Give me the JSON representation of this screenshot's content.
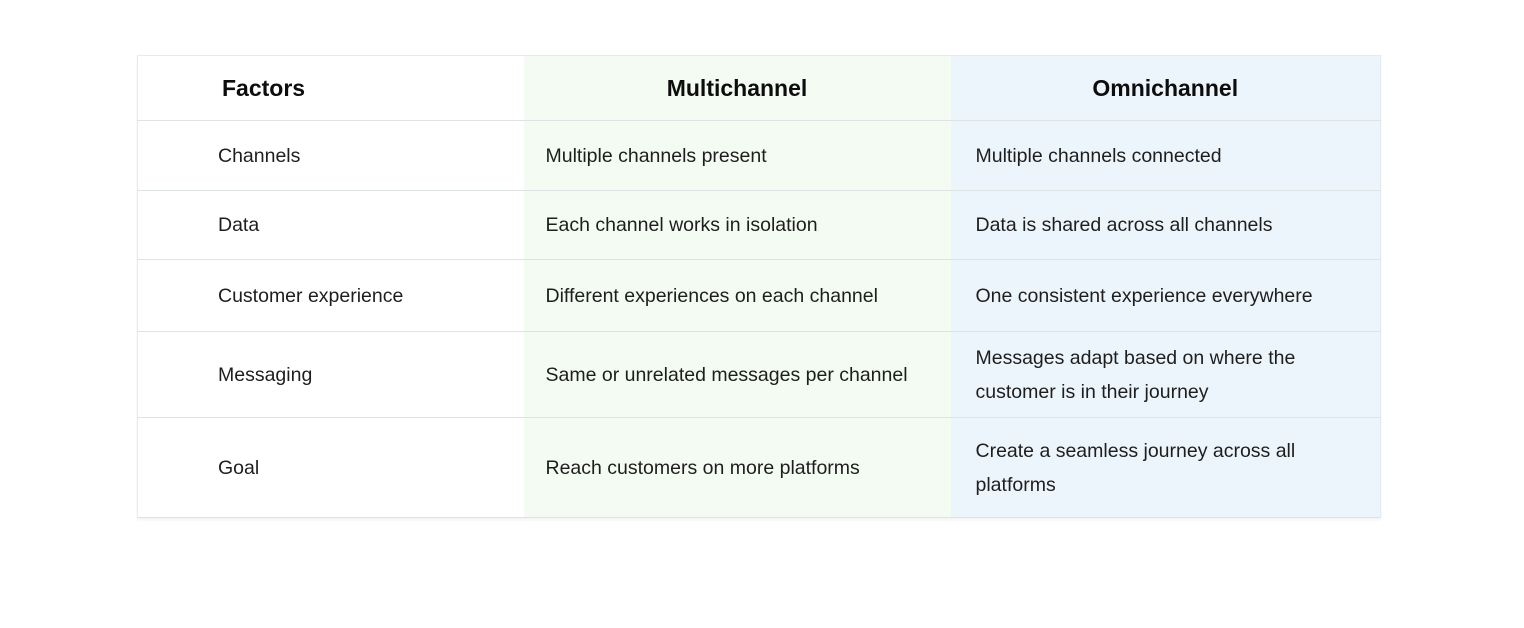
{
  "chart_data": {
    "type": "table",
    "columns": [
      "Factors",
      "Multichannel",
      "Omnichannel"
    ],
    "rows": [
      [
        "Channels",
        "Multiple channels present",
        "Multiple channels connected"
      ],
      [
        "Data",
        "Each channel works in isolation",
        "Data is shared across all channels"
      ],
      [
        "Customer experience",
        "Different experiences on each channel",
        "One consistent experience everywhere"
      ],
      [
        "Messaging",
        "Same or unrelated messages per channel",
        "Messages adapt based on where the customer is in their journey"
      ],
      [
        "Goal",
        "Reach customers on more platforms",
        "Create a seamless journey across all platforms"
      ]
    ]
  },
  "colors": {
    "factors_column_bg": "#ffffff",
    "multichannel_column_bg": "#f4fbf2",
    "omnichannel_column_bg": "#edf5fc",
    "row_divider": "#dee3e6",
    "outer_border": "#e8eaec",
    "header_text": "#0d0d0d",
    "body_text": "#1e1e1e"
  }
}
